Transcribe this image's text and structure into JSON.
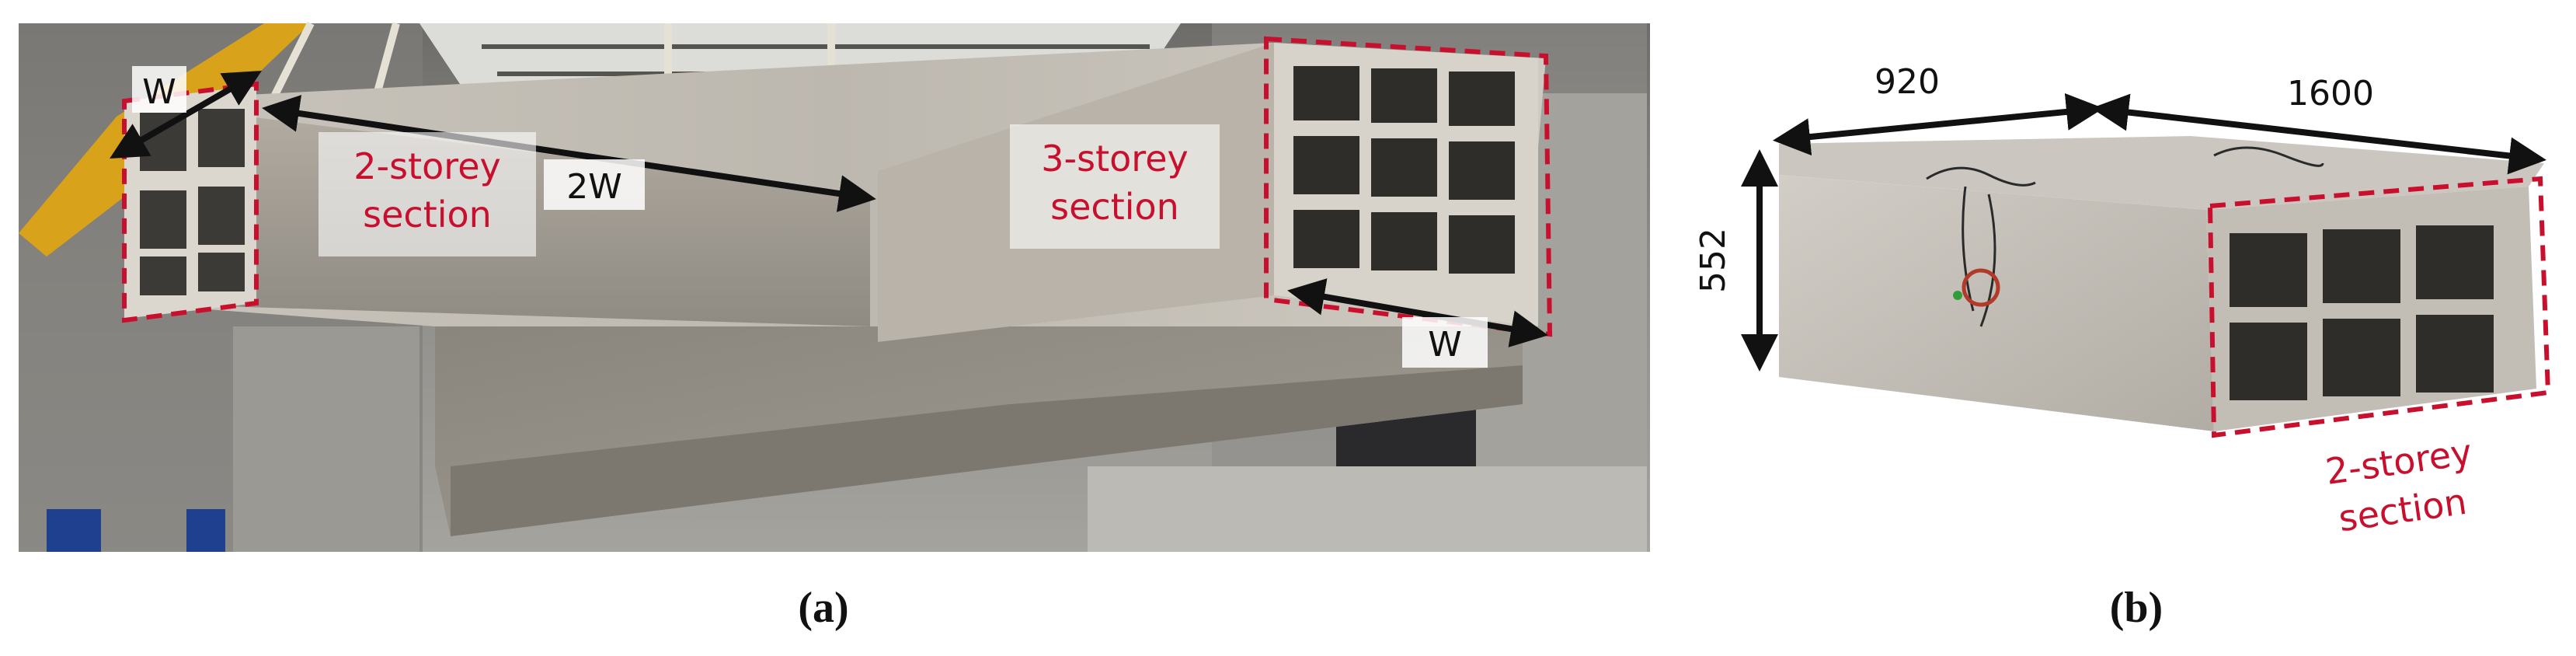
{
  "panel_a": {
    "dim_w_top": "W",
    "dim_2w": "2W",
    "dim_w_right": "W",
    "label_2storey_line1": "2-storey",
    "label_2storey_line2": "section",
    "label_3storey_line1": "3-storey",
    "label_3storey_line2": "section",
    "caption": "(a)"
  },
  "panel_b": {
    "dim_920": "920",
    "dim_1600": "1600",
    "dim_552": "552",
    "label_2storey_line1": "2-storey",
    "label_2storey_line2": "section",
    "caption": "(b)"
  },
  "colors": {
    "annotation_red": "#c8102e",
    "dimension_black": "#111111",
    "concrete": "#b7b2aa"
  }
}
